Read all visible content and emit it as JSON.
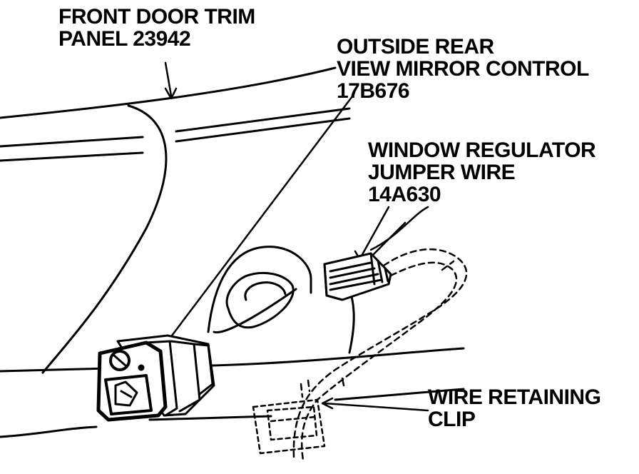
{
  "labels": {
    "trim_panel": {
      "line1": "FRONT DOOR TRIM",
      "line2": "PANEL 23942"
    },
    "mirror_control": {
      "line1": "OUTSIDE REAR",
      "line2": "VIEW MIRROR CONTROL",
      "line3": "17B676"
    },
    "jumper_wire": {
      "line1": "WINDOW REGULATOR",
      "line2": "JUMPER WIRE",
      "line3": "14A630"
    },
    "retaining_clip": {
      "line1": "WIRE RETAINING",
      "line2": "CLIP"
    }
  },
  "colors": {
    "ink": "#000000",
    "paper": "#ffffff"
  }
}
